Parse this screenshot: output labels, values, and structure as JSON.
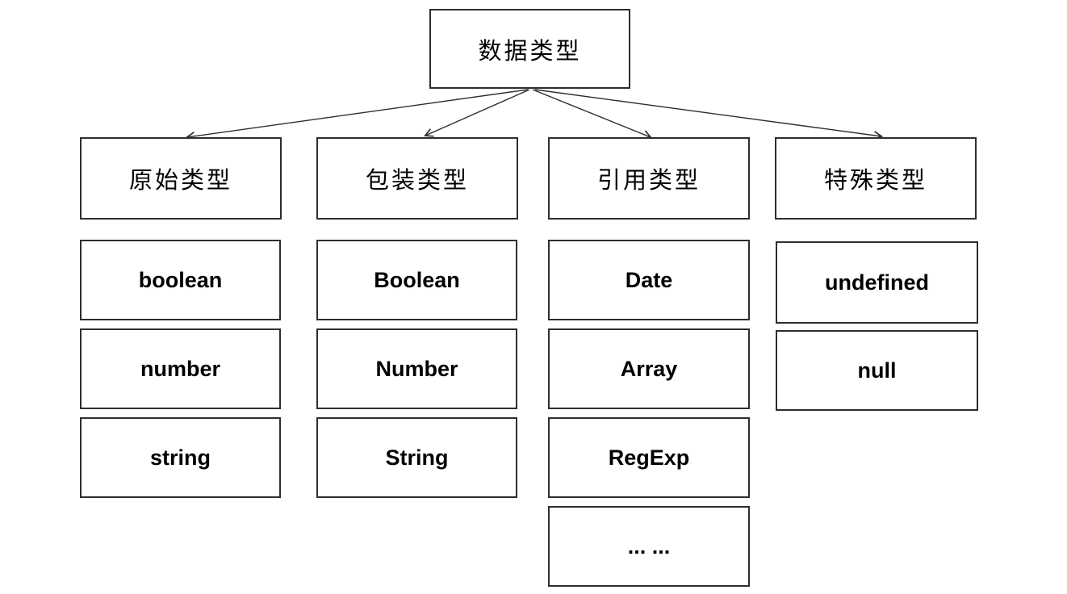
{
  "diagram": {
    "root": {
      "label": "数据类型"
    },
    "columns": [
      {
        "header": "原始类型",
        "children": [
          "boolean",
          "number",
          "string"
        ]
      },
      {
        "header": "包装类型",
        "children": [
          "Boolean",
          "Number",
          "String"
        ]
      },
      {
        "header": "引用类型",
        "children": [
          "Date",
          "Array",
          "RegExp",
          "... ..."
        ]
      },
      {
        "header": "特殊类型",
        "children": [
          "undefined",
          "null"
        ]
      }
    ],
    "colors": {
      "background": "#ffffff",
      "border": "#2e2e2e",
      "text": "#000000",
      "arrow": "#2e2e2e"
    }
  }
}
